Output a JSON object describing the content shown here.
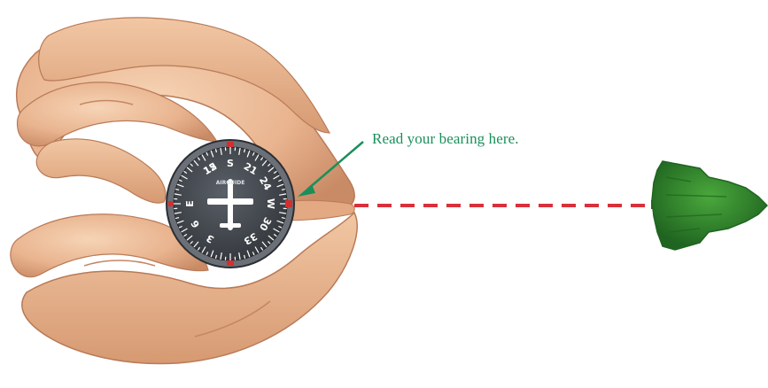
{
  "callout": {
    "text": "Read your bearing here.",
    "color": "#1a8f5a"
  },
  "colors": {
    "skin": "#e9b48f",
    "skin_shadow": "#c98b66",
    "skin_highlight": "#f6d4b6",
    "compass_face": "#4a4f55",
    "compass_rim": "#6b7078",
    "compass_marking": "#ffffff",
    "lubber_line": "#d32f2f",
    "sight_line": "#d8313b",
    "tree_green": "#2e8b2e",
    "tree_dark": "#1f6420"
  },
  "compass": {
    "brand": "AIRGUIDE",
    "card_labels": [
      "15",
      "S",
      "21",
      "24",
      "W",
      "30",
      "33",
      "3",
      "6",
      "E",
      "12"
    ]
  },
  "icons": {
    "pointer": "arrow-icon",
    "tree": "evergreen-tree-icon",
    "compass": "compass-icon",
    "hands": "hands-icon"
  }
}
